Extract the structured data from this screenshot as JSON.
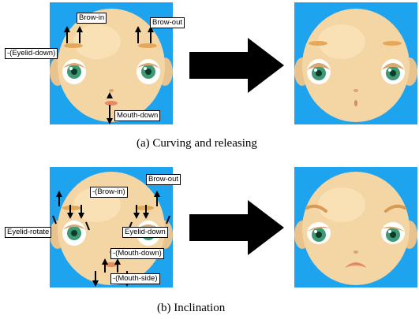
{
  "figure_a": {
    "labels": {
      "brow_in": "Brow-in",
      "brow_out": "Brow-out",
      "eyelid_down_neg": "-(Eyelid-down)",
      "mouth_down": "Mouth-down"
    },
    "caption": "(a) Curving and releasing"
  },
  "figure_b": {
    "labels": {
      "brow_out": "Brow-out",
      "brow_in_neg": "-(Brow-in)",
      "eyelid_rotate": "Eyelid-rotate",
      "eyelid_down": "Eyelid-down",
      "mouth_down_neg": "-(Mouth-down)",
      "mouth_side_neg": "-(Mouth-side)"
    },
    "caption": "(b) Inclination"
  },
  "colors": {
    "background_blue": "#1ea3ef",
    "skin": "#f4d6a4",
    "iris": "#3e9a74",
    "arrow": "#000000"
  }
}
